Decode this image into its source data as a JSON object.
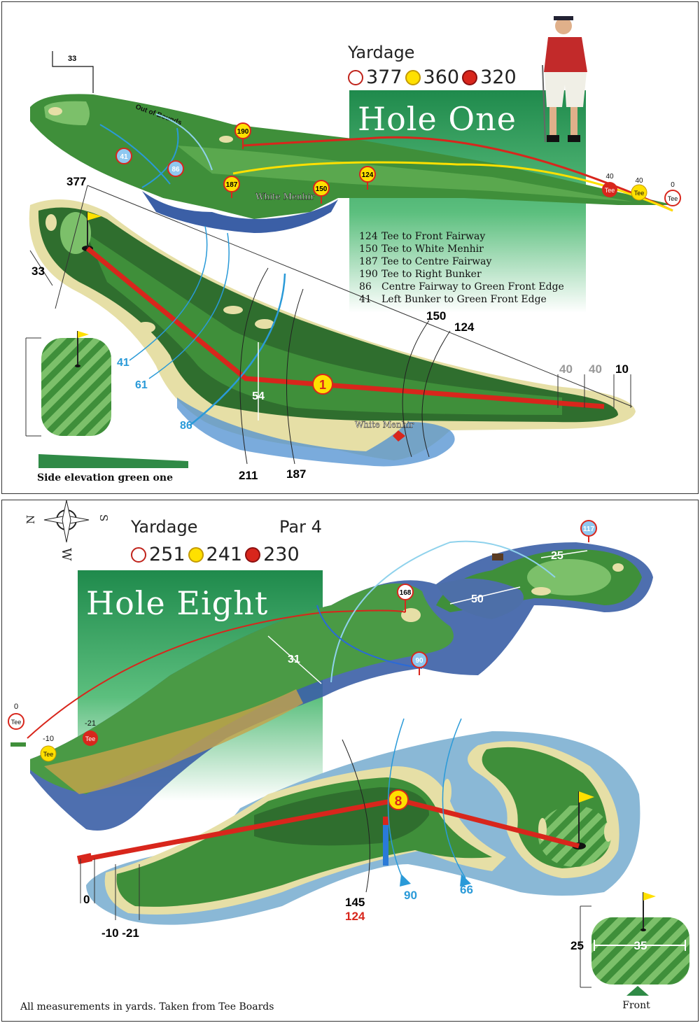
{
  "hole_one": {
    "title": "Hole One",
    "yardage_label": "Yardage",
    "tees": [
      {
        "color": "white",
        "yards": "377"
      },
      {
        "color": "yellow",
        "yards": "360"
      },
      {
        "color": "red",
        "yards": "320"
      }
    ],
    "legend": [
      {
        "num": "124",
        "text": "Tee to Front Fairway"
      },
      {
        "num": "150",
        "text": "Tee to White Menhir"
      },
      {
        "num": "187",
        "text": "Tee to Centre Fairway"
      },
      {
        "num": "190",
        "text": "Tee to Right Bunker"
      },
      {
        "num": "86",
        "text": "Centre Fairway to Green Front Edge"
      },
      {
        "num": "41",
        "text": "Left Bunker to Green Front Edge"
      }
    ],
    "aerial": {
      "out_of_bounds": "Out of Bounds",
      "white_menhir": "White Menhir",
      "markers": {
        "m190": "190",
        "m187": "187",
        "m150": "150",
        "m124": "124",
        "m41": "41",
        "m86": "86"
      },
      "width_33": "33",
      "tee_labels": {
        "tee": "Tee",
        "d40a": "40",
        "d40b": "40",
        "d0": "0"
      }
    },
    "plan": {
      "d377": "377",
      "d33": "33",
      "d41": "41",
      "d61": "61",
      "d86": "86",
      "d54": "54",
      "d211": "211",
      "d187": "187",
      "d150": "150",
      "d124": "124",
      "d40a": "40",
      "d40b": "40",
      "d10": "10",
      "hole_number": "1",
      "white_menhir": "White Menhir"
    },
    "side_elevation": "Side elevation green one"
  },
  "hole_eight": {
    "title": "Hole Eight",
    "yardage_label": "Yardage",
    "par": "Par 4",
    "tees": [
      {
        "color": "white",
        "yards": "251"
      },
      {
        "color": "yellow",
        "yards": "241"
      },
      {
        "color": "red",
        "yards": "230"
      }
    ],
    "compass": {
      "n": "N",
      "s": "S",
      "w": "W"
    },
    "aerial": {
      "markers": {
        "m117": "117",
        "m168": "168",
        "m90": "90"
      },
      "d25": "25",
      "d50": "50",
      "d31": "31",
      "tee_labels": {
        "tee": "Tee",
        "d0": "0",
        "d10": "-10",
        "d21": "-21"
      }
    },
    "plan": {
      "hole_number": "8",
      "d0": "0",
      "d10_21": "-10 -21",
      "d145": "145",
      "d124": "124",
      "d90": "90",
      "d66": "66"
    },
    "green": {
      "d25": "25",
      "d35": "35",
      "front": "Front"
    },
    "footer": "All measurements in yards. Taken from Tee Boards"
  },
  "colors": {
    "fairway": "#3f8f3a",
    "rough": "#2f6e2e",
    "sand": "#e6dfa6",
    "water": "#4d6fa8",
    "red_line": "#d8261c",
    "blue_arc": "#2a9ad8",
    "yellow": "#ffe000"
  }
}
